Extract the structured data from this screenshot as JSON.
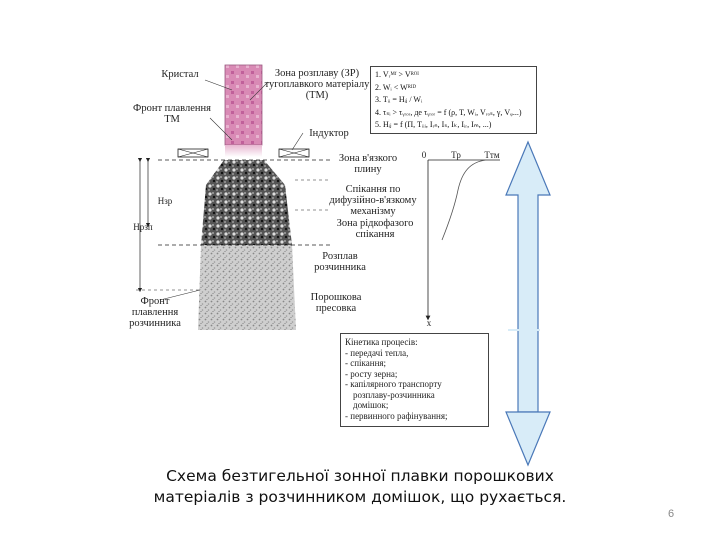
{
  "diagram": {
    "labels": {
      "crystal": "Кристал",
      "melt_zone": "Зона розплаву (ЗР) тугоплавкого матеріалу (ТМ)",
      "melt_front": "Фронт плавлення ТМ",
      "inductor": "Індуктор",
      "viscous_zone": "Зона в'язкого плину",
      "sintering_diffusion": "Спікання по дифузійно-в'язкому механізму",
      "liquid_phase_zone": "Зона рідкофазого спікання",
      "solvent_melt": "Розплав розчинника",
      "solvent_front": "Фронт плавлення розчинника",
      "powder_preform": "Порошкова пресовка",
      "h_zr": "Нзр",
      "h_liq": "Нрзп",
      "axis_zero": "0",
      "axis_tp": "Тр",
      "axis_ttm": "Ттм",
      "axis_x": "x"
    },
    "formulas": [
      "1.  Vᵣᴹᶠ > Vᴿᴼᴵ",
      "2.  Wᵢ < Wᴿᴵᴰ",
      "3.  Tᵢᵢ = Hᵢⱼ / Wᵢ",
      "4.  τₛᵢ > τᵧᵣₒᵣ, де τᵧᵣₒᵣ = f (ρ, T, Wᵢ, Vᵣₒₛ, γ, Vᵩ...)",
      "5.  Hᵢⱼ = f (Π, Tᵢᵢᵢ, Iᵣₙ, Iₛ, Iₖ, Iᵢᵣ, Iₘ, ...)"
    ],
    "kinetics": {
      "title": "Кінетика процесів:",
      "items": [
        "- передачі тепла,",
        "- спікання;",
        "- росту зерна;",
        "- капілярного транспорту",
        "  розплаву-розчинника",
        "  домішок;",
        "- первинного рафінування;"
      ]
    }
  },
  "caption": {
    "line1": "Схема безтигельної зонної плавки порошкових",
    "line2": "матеріалів з розчинником домішок, що рухається."
  },
  "page_number": "6",
  "colors": {
    "crystal": "#d98ab5",
    "arrow_fill": "#d8ecf8",
    "arrow_stroke": "#4a78b8"
  }
}
